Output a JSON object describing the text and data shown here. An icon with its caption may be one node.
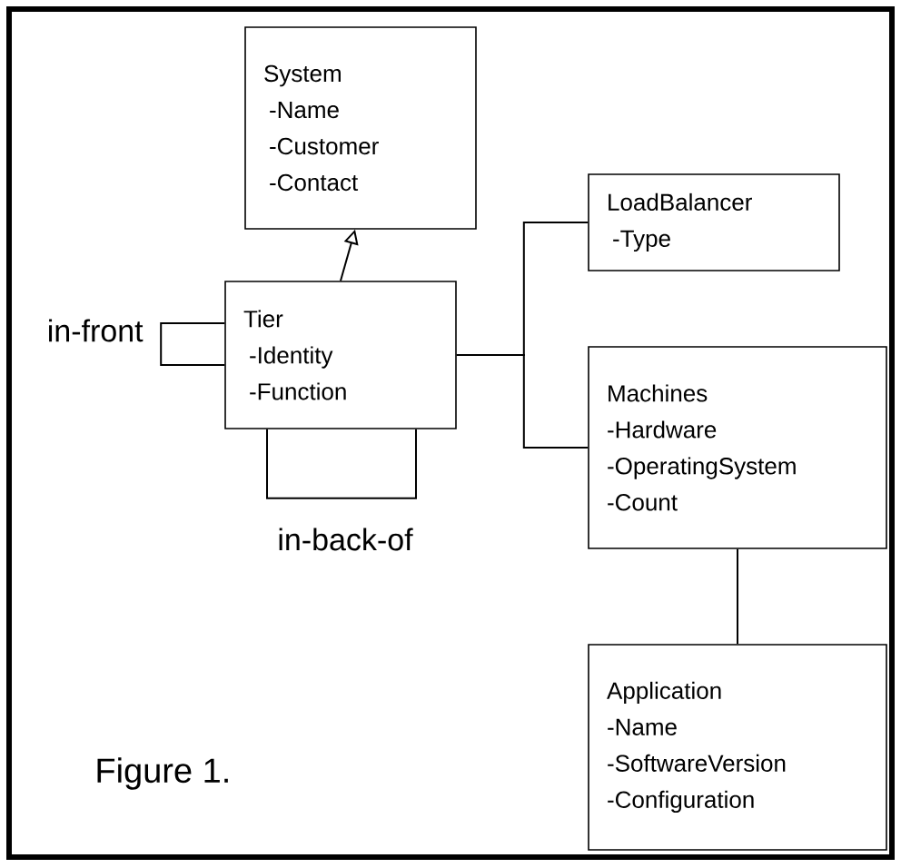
{
  "diagram": {
    "caption": "Figure 1.",
    "nodes": [
      {
        "text": [
          "System",
          "-Name",
          "-Customer",
          "-Contact"
        ]
      },
      {
        "text": [
          "Tier",
          "-Identity",
          "-Function"
        ]
      },
      {
        "text": [
          "LoadBalancer",
          "-Type"
        ]
      },
      {
        "text": [
          "Machines",
          "-Hardware",
          "-OperatingSystem",
          "-Count"
        ]
      },
      {
        "text": [
          "Application",
          "-Name",
          "-SoftwareVersion",
          "-Configuration"
        ]
      }
    ],
    "edges": [
      {
        "from": 1,
        "to": 0,
        "arrow": "to"
      },
      {
        "from": 1,
        "to": 1,
        "arrow": "none",
        "label": "in-front"
      },
      {
        "from": 1,
        "to": 1,
        "arrow": "none",
        "label": "in-back-of"
      },
      {
        "from": 1,
        "to": 2,
        "arrow": "none"
      },
      {
        "from": 1,
        "to": 3,
        "arrow": "none"
      },
      {
        "from": 3,
        "to": 4,
        "arrow": "none"
      }
    ]
  }
}
